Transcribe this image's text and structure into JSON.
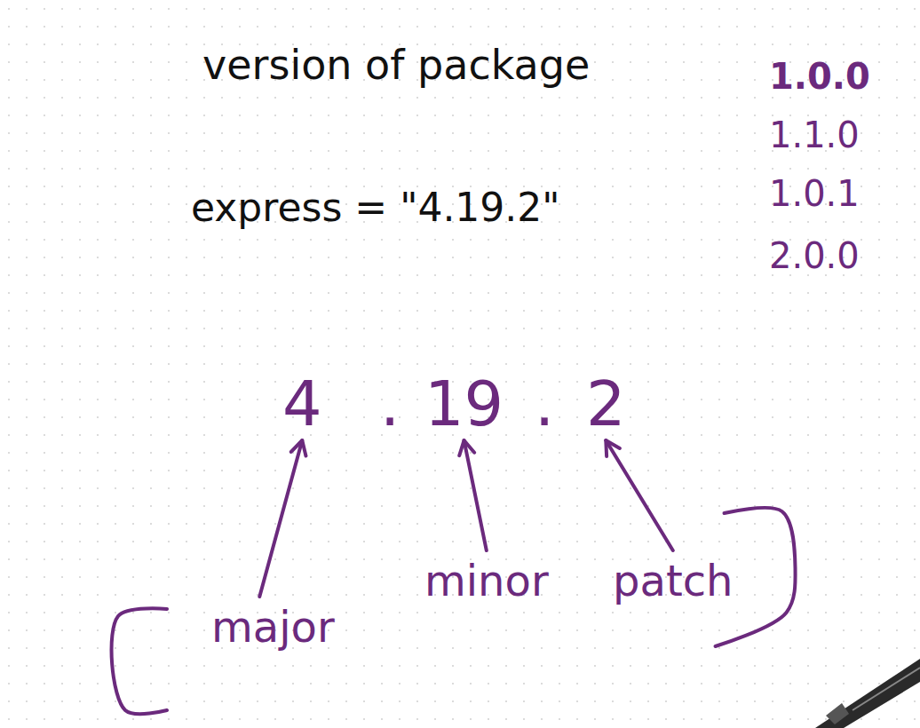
{
  "diagram": {
    "title": "version of package",
    "labels": [
      "express = \"4.19.2\"",
      "1.0.0",
      "1.1.0",
      "1.0.1",
      "2.0.0",
      "4",
      ".",
      "19",
      ".",
      "2",
      "major",
      "minor",
      "patch"
    ]
  }
}
